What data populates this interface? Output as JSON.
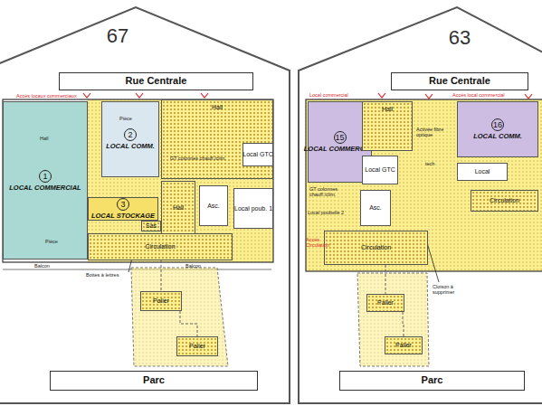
{
  "diagram": {
    "nodes": [
      {
        "text": [
          "67"
        ]
      },
      {
        "text": [
          "Rue Centrale"
        ],
        "in": 0
      },
      {
        "text": [
          "1",
          "LOCAL COMMERCIAL"
        ],
        "in": 0
      },
      {
        "text": [
          "2",
          "LOCAL COMM."
        ],
        "in": 0
      },
      {
        "text": [
          "3",
          "LOCAL STOCKAGE"
        ],
        "in": 0
      },
      {
        "text": [
          "Hall"
        ],
        "in": 0
      },
      {
        "text": [
          "Local GTC"
        ],
        "in": 0
      },
      {
        "text": [
          "Hall"
        ],
        "in": 0
      },
      {
        "text": [
          "Asc."
        ],
        "in": 0
      },
      {
        "text": [
          "Local poub. 1"
        ],
        "in": 0
      },
      {
        "text": [
          "Sas"
        ],
        "in": 0
      },
      {
        "text": [
          "Circulation"
        ],
        "in": 0
      },
      {
        "text": [
          "Palier"
        ],
        "in": 0
      },
      {
        "text": [
          "Palier"
        ],
        "in": 0
      },
      {
        "text": [
          "Parc"
        ],
        "in": 0
      },
      {
        "text": [
          "63"
        ]
      },
      {
        "text": [
          "Rue Centrale"
        ],
        "in": 15
      },
      {
        "text": [
          "15",
          "LOCAL COMMERCIAL"
        ],
        "in": 15
      },
      {
        "text": [
          "Hall"
        ],
        "in": 15
      },
      {
        "text": [
          "Local GTC"
        ],
        "in": 15
      },
      {
        "text": [
          "Asc."
        ],
        "in": 15
      },
      {
        "text": [
          "16",
          "LOCAL COMM."
        ],
        "in": 15
      },
      {
        "text": [
          "Local"
        ],
        "in": 15
      },
      {
        "text": [
          "Circulation"
        ],
        "in": 15
      },
      {
        "text": [
          "Circulation"
        ],
        "in": 15
      },
      {
        "text": [
          "Palier"
        ],
        "in": 15
      },
      {
        "text": [
          "Palier"
        ],
        "in": 15
      },
      {
        "text": [
          "Parc"
        ],
        "in": 15
      }
    ],
    "edges": [
      {
        "from": 11,
        "to": 12,
        "arrow": "none"
      },
      {
        "from": 12,
        "to": 13,
        "arrow": "none"
      },
      {
        "from": 23,
        "to": 25,
        "arrow": "none"
      },
      {
        "from": 25,
        "to": 26,
        "arrow": "none"
      }
    ],
    "labels": [
      "Accès locaux commerciaux",
      "Hall",
      "Pièce",
      "Pièce",
      "GT colonnes chauff./clim.",
      "Boites à lettres",
      "Balcon",
      "Balcon",
      "Local commercial",
      "Accès local commercial",
      "GT colonnes chauff./clim.",
      "Local poubelle 2",
      "Activée fibre optique",
      "tech",
      "Cloison à supprimer",
      "Accès Circulation"
    ]
  }
}
